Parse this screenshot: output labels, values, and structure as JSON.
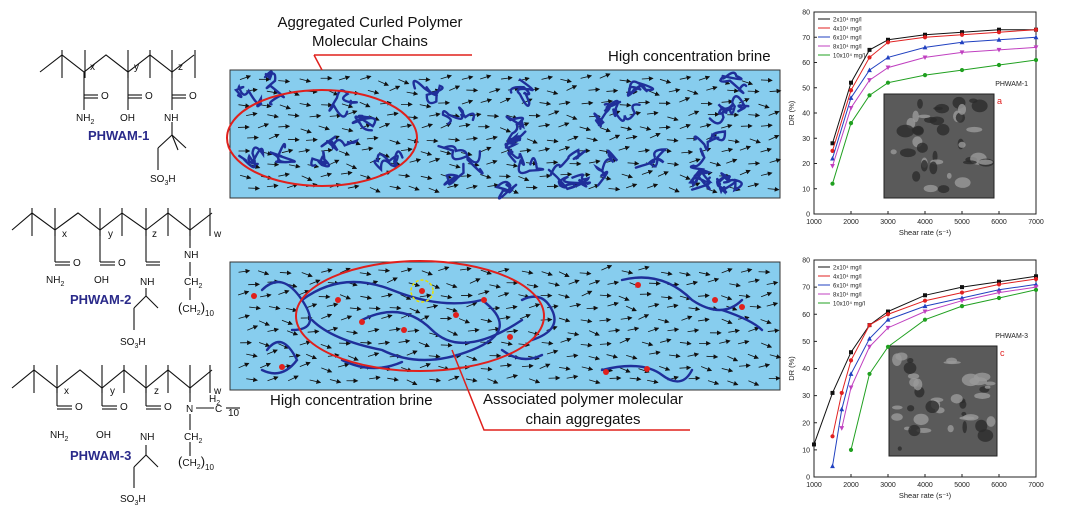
{
  "structures": {
    "p1": {
      "name": "PHWAM-1",
      "x": "x",
      "y": "y",
      "z": "z",
      "nh2": "NH",
      "nh2_sub": "2",
      "o": "O",
      "oh": "OH",
      "nh": "NH",
      "so3h": "SO",
      "so3h_sub": "3",
      "so3h_tail": "H"
    },
    "p2": {
      "name": "PHWAM-2",
      "x": "x",
      "y": "y",
      "z": "z",
      "w": "w",
      "nh2": "NH",
      "nh2_sub": "2",
      "o": "O",
      "oh": "OH",
      "nh": "NH",
      "nh_w": "NH",
      "ch2": "CH",
      "ch2_sub": "2",
      "ch2_10": "CH",
      "ch2_10_sub": "2",
      "ten": "10",
      "so3h": "SO",
      "so3h_sub": "3",
      "so3h_tail": "H"
    },
    "p3": {
      "name": "PHWAM-3",
      "x": "x",
      "y": "y",
      "z": "z",
      "w": "w",
      "nh2": "NH",
      "nh2_sub": "2",
      "o": "O",
      "oh": "OH",
      "nh": "NH",
      "n": "N",
      "h2": "H",
      "h2_sub": "2",
      "c": "C",
      "ten": "10",
      "ch2": "CH",
      "ch2_sub": "2",
      "ch2_10": "CH",
      "ch2_10_sub": "2",
      "ten2": "10",
      "so3h": "SO",
      "so3h_sub": "3",
      "so3h_tail": "H"
    }
  },
  "diagram": {
    "top_callout": "Aggregated Curled Polymer\nMolecular Chains",
    "top_brine": "High concentration brine",
    "bottom_brine": "High concentration brine",
    "bottom_callout": "Associated polymer molecular\nchain aggregates",
    "colors": {
      "brine": "#87cdee",
      "chain": "#1f2f9a",
      "ellipse": "#e0201c",
      "assoc": "#e0201c",
      "dashed": "#e8e000"
    }
  },
  "chart_data": [
    {
      "type": "line",
      "inset_label": "PHWAM-1",
      "panel_letter": "a",
      "ylabel": "DR (%)",
      "xlabel": "Shear rate (s⁻¹)",
      "xlim": [
        1000,
        7000
      ],
      "ylim": [
        0,
        80
      ],
      "xticks": [
        1000,
        2000,
        3000,
        4000,
        5000,
        6000,
        7000
      ],
      "yticks": [
        0,
        10,
        20,
        30,
        40,
        50,
        60,
        70,
        80
      ],
      "legend_position": "top-left",
      "series": [
        {
          "name": "2x10⁴ mg/l",
          "color": "#111111",
          "marker": "square",
          "x": [
            1500,
            2000,
            2500,
            3000,
            4000,
            5000,
            6000,
            7000
          ],
          "y": [
            28,
            52,
            65,
            69,
            71,
            72,
            73,
            73
          ]
        },
        {
          "name": "4x10⁴ mg/l",
          "color": "#e02020",
          "marker": "circle",
          "x": [
            1500,
            2000,
            2500,
            3000,
            4000,
            5000,
            6000,
            7000
          ],
          "y": [
            25,
            49,
            62,
            68,
            70,
            71,
            72,
            73
          ]
        },
        {
          "name": "6x10⁴ mg/l",
          "color": "#2040c0",
          "marker": "triangle",
          "x": [
            1500,
            2000,
            2500,
            3000,
            4000,
            5000,
            6000,
            7000
          ],
          "y": [
            22,
            46,
            57,
            62,
            66,
            68,
            69,
            70
          ]
        },
        {
          "name": "8x10⁴ mg/l",
          "color": "#c040c0",
          "marker": "triangle-down",
          "x": [
            1500,
            2000,
            2500,
            3000,
            4000,
            5000,
            6000,
            7000
          ],
          "y": [
            19,
            42,
            53,
            58,
            62,
            64,
            65,
            66
          ]
        },
        {
          "name": "10x10⁴ mg/l",
          "color": "#20a020",
          "marker": "circle",
          "x": [
            1500,
            2000,
            2500,
            3000,
            4000,
            5000,
            6000,
            7000
          ],
          "y": [
            12,
            36,
            47,
            52,
            55,
            57,
            59,
            61
          ]
        }
      ]
    },
    {
      "type": "line",
      "inset_label": "PHWAM-3",
      "panel_letter": "c",
      "ylabel": "DR (%)",
      "xlabel": "Shear rate (s⁻¹)",
      "xlim": [
        1000,
        7000
      ],
      "ylim": [
        0,
        80
      ],
      "xticks": [
        1000,
        2000,
        3000,
        4000,
        5000,
        6000,
        7000
      ],
      "yticks": [
        0,
        10,
        20,
        30,
        40,
        50,
        60,
        70,
        80
      ],
      "legend_position": "top-left",
      "series": [
        {
          "name": "2x10⁴ mg/l",
          "color": "#111111",
          "marker": "square",
          "x": [
            1000,
            1500,
            2000,
            2500,
            3000,
            4000,
            5000,
            6000,
            7000
          ],
          "y": [
            12,
            31,
            46,
            56,
            61,
            67,
            70,
            72,
            74
          ]
        },
        {
          "name": "4x10⁴ mg/l",
          "color": "#e02020",
          "marker": "circle",
          "x": [
            1500,
            1750,
            2000,
            2500,
            3000,
            4000,
            5000,
            6000,
            7000
          ],
          "y": [
            15,
            31,
            43,
            56,
            60,
            65,
            68,
            71,
            73
          ]
        },
        {
          "name": "6x10⁴ mg/l",
          "color": "#2040c0",
          "marker": "triangle",
          "x": [
            1500,
            1750,
            2000,
            2500,
            3000,
            4000,
            5000,
            6000,
            7000
          ],
          "y": [
            4,
            25,
            38,
            51,
            58,
            63,
            66,
            69,
            71
          ]
        },
        {
          "name": "8x10⁴ mg/l",
          "color": "#c040c0",
          "marker": "triangle-down",
          "x": [
            1750,
            2000,
            2500,
            3000,
            4000,
            5000,
            6000,
            7000
          ],
          "y": [
            18,
            33,
            48,
            55,
            61,
            65,
            68,
            70
          ]
        },
        {
          "name": "10x10⁴ mg/l",
          "color": "#20a020",
          "marker": "circle",
          "x": [
            2000,
            2500,
            3000,
            4000,
            5000,
            6000,
            7000
          ],
          "y": [
            10,
            38,
            48,
            58,
            63,
            66,
            69
          ]
        }
      ]
    }
  ]
}
